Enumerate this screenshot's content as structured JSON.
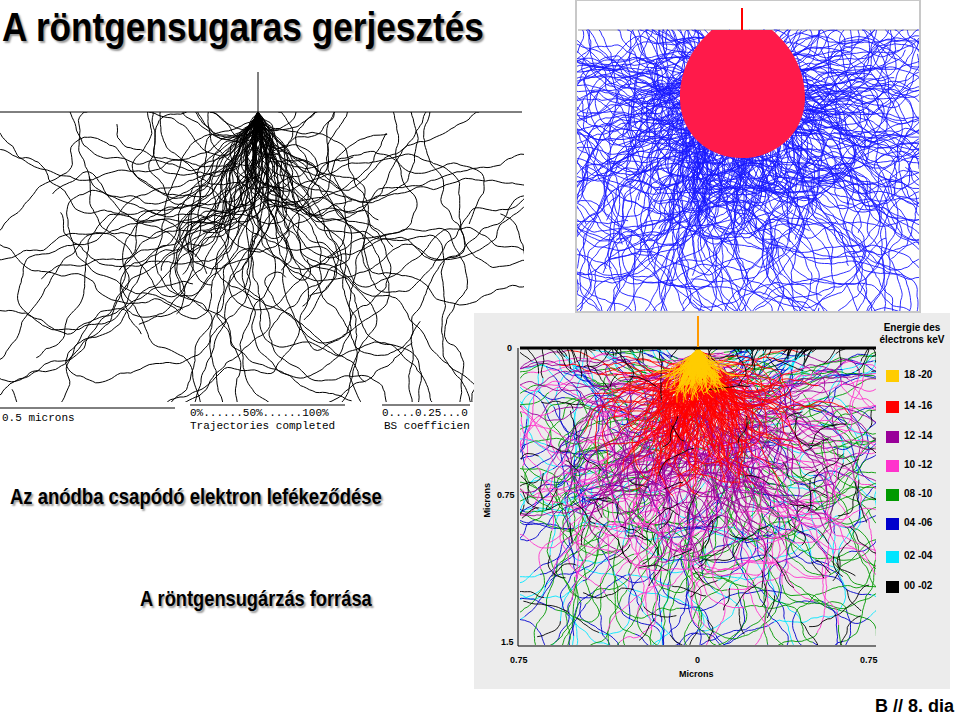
{
  "diagram": {
    "title": "A röntgensugaras gerjesztés",
    "labels": [
      "Az anódba csapódó elektron lefékeződése",
      "A röntgensugárzás forrása",
      "0.5 microns",
      "0%......50%......100%",
      "Trajectories completed",
      "0....0.25...0",
      "BS coefficien",
      "0",
      "0.75",
      "1.5",
      "Microns",
      "0.75",
      "0",
      "0.75",
      "Microns",
      "Energie des électrons keV",
      "B // 8. dia"
    ],
    "legend": [
      {
        "text": "18 -20",
        "color": "#ffcc00"
      },
      {
        "text": "14 -16",
        "color": "#ff0000"
      },
      {
        "text": "12 -14",
        "color": "#990099"
      },
      {
        "text": "10 -12",
        "color": "#ff33cc"
      },
      {
        "text": "08 -10",
        "color": "#009900"
      },
      {
        "text": "04 -06",
        "color": "#0000cc"
      },
      {
        "text": "02 -04",
        "color": "#00e5ff"
      },
      {
        "text": "00 -02",
        "color": "#000000"
      }
    ]
  }
}
